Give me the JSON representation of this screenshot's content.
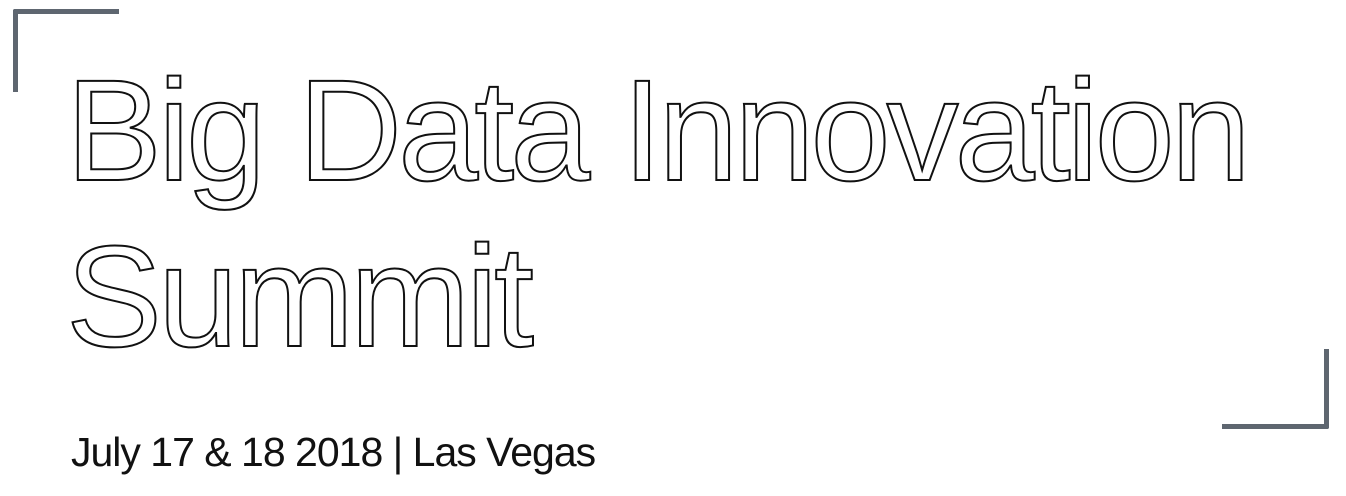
{
  "title": {
    "line1": "Big Data Innovation",
    "line2": "Summit"
  },
  "subtitle": "July 17 & 18 2018 | Las Vegas",
  "colors": {
    "background": "#ffffff",
    "text": "#111111",
    "bracket": "#5e6670"
  }
}
